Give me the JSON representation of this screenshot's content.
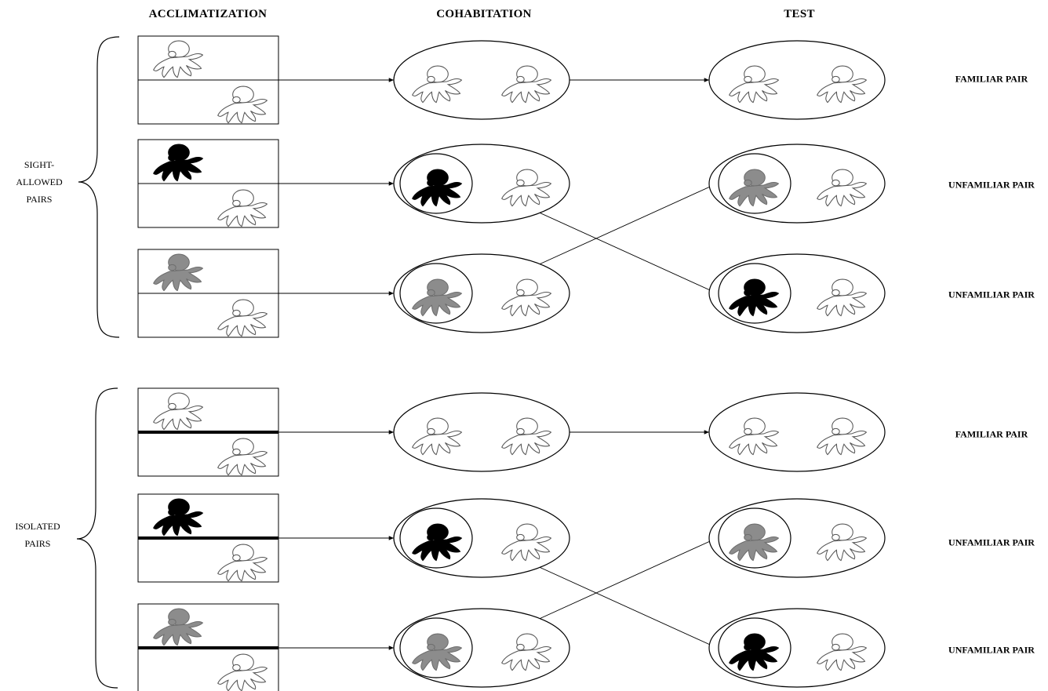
{
  "columns": {
    "acclimatization": "ACCLIMATIZATION",
    "cohabitation": "COHABITATION",
    "test": "TEST"
  },
  "groups": [
    {
      "label_lines": [
        "SIGHT-",
        "ALLOWED",
        "PAIRS"
      ],
      "divider": "thin"
    },
    {
      "label_lines": [
        "ISOLATED",
        "PAIRS"
      ],
      "divider": "opaque"
    }
  ],
  "rows": [
    {
      "group": 0,
      "focal": "white",
      "test_focal": "white",
      "outcome": "FAMILIAR PAIR"
    },
    {
      "group": 0,
      "focal": "black",
      "test_focal": "gray",
      "outcome": "UNFAMILIAR PAIR"
    },
    {
      "group": 0,
      "focal": "gray",
      "test_focal": "black",
      "outcome": "UNFAMILIAR PAIR"
    },
    {
      "group": 1,
      "focal": "white",
      "test_focal": "white",
      "outcome": "FAMILIAR PAIR"
    },
    {
      "group": 1,
      "focal": "black",
      "test_focal": "gray",
      "outcome": "UNFAMILIAR PAIR"
    },
    {
      "group": 1,
      "focal": "gray",
      "test_focal": "black",
      "outcome": "UNFAMILIAR PAIR"
    }
  ],
  "octopus_colors": {
    "white": "#ffffff",
    "black": "#000000",
    "gray": "#8c8c8c",
    "outline": "#555555"
  }
}
